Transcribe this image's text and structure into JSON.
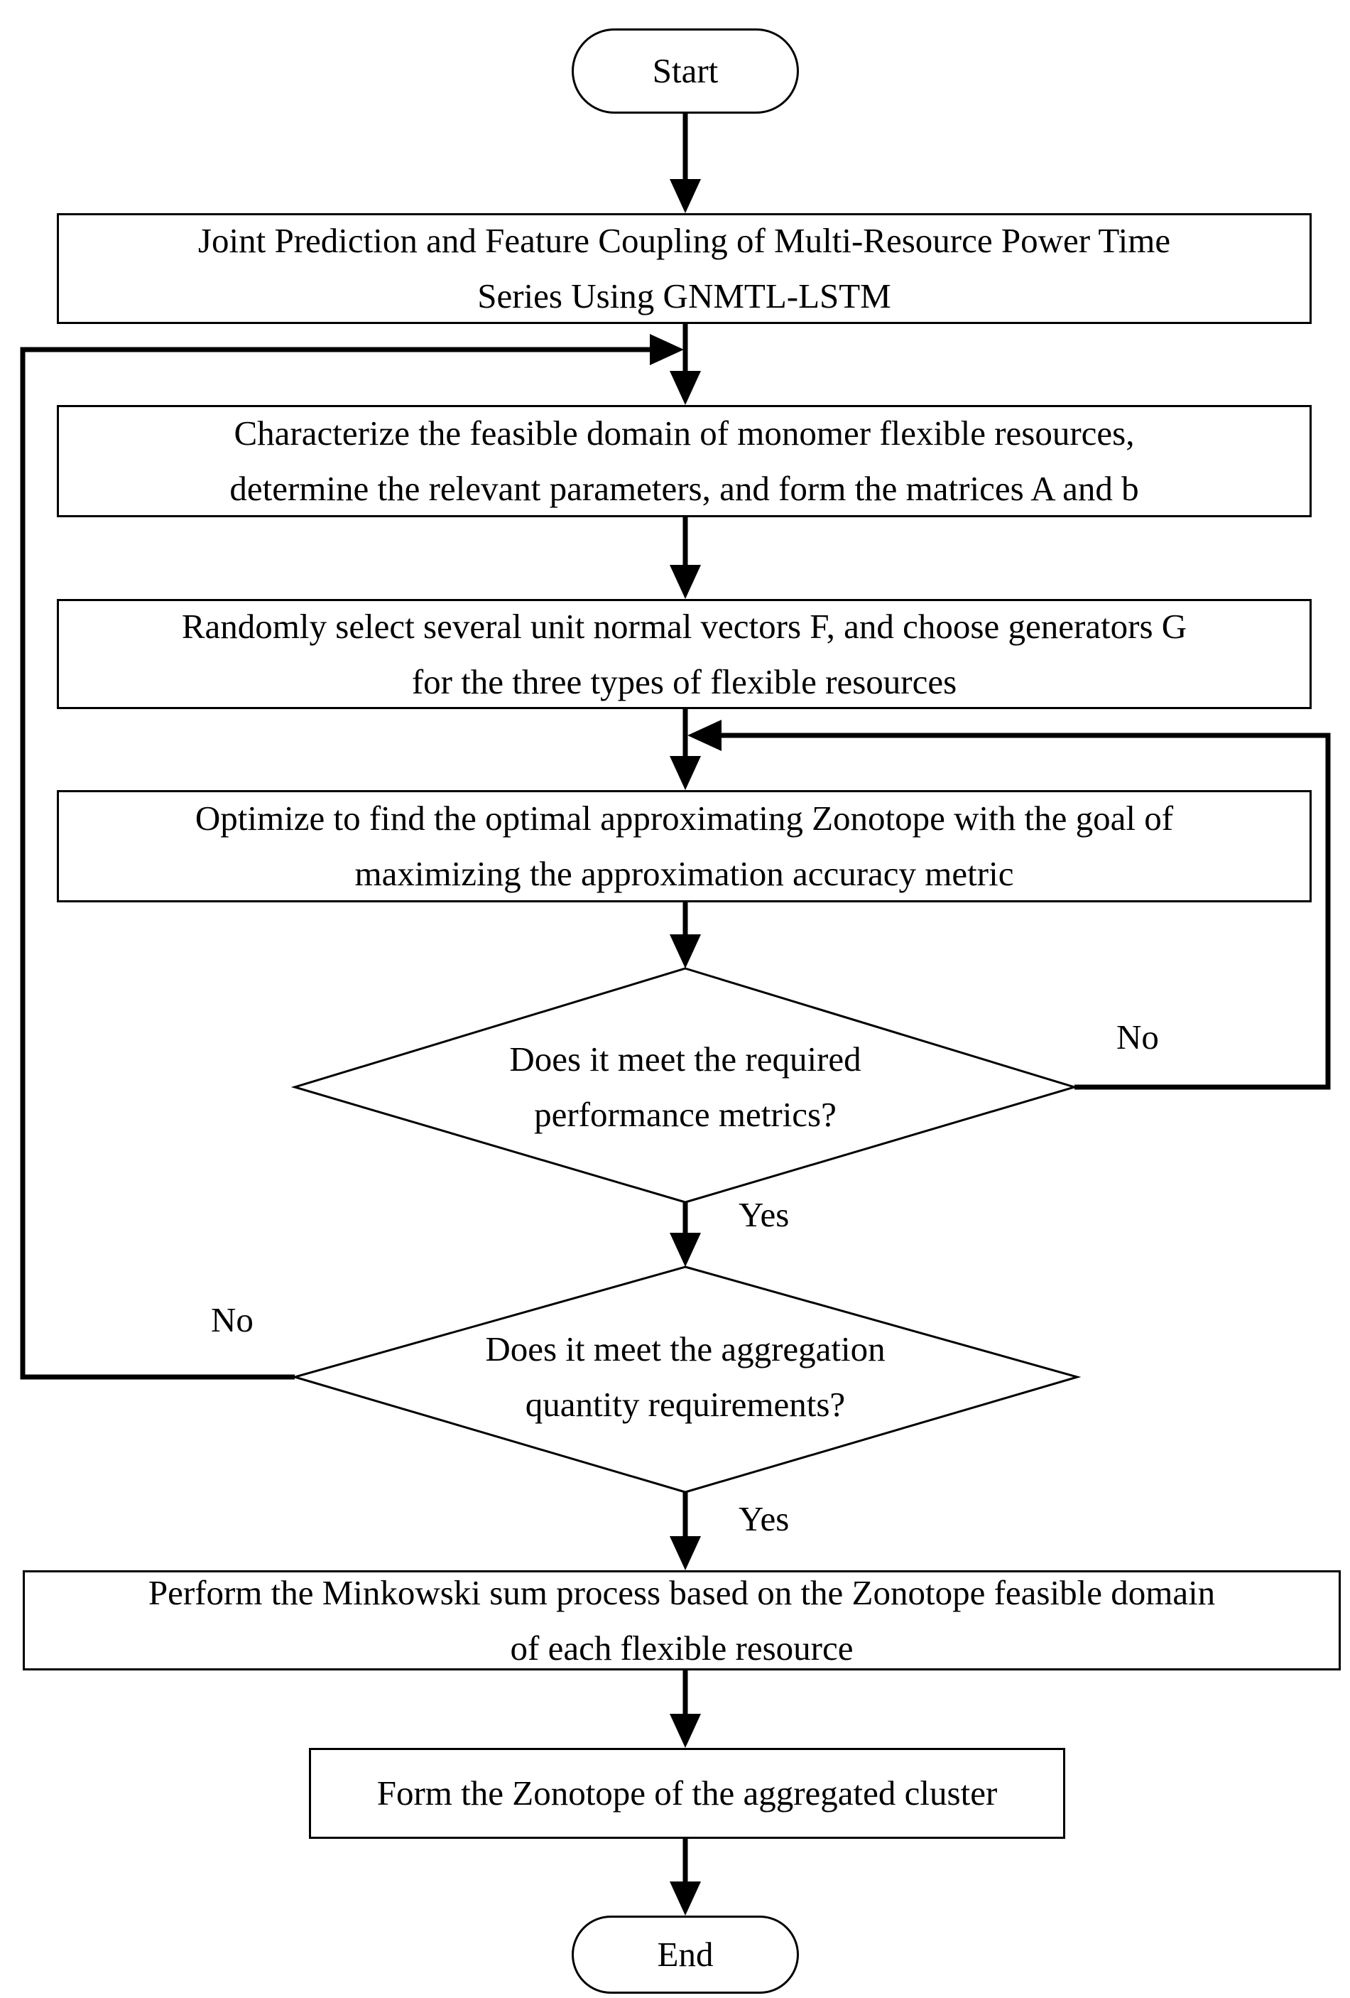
{
  "nodes": {
    "start": {
      "label": "Start"
    },
    "step1": {
      "lines": [
        "Joint Prediction and Feature Coupling of Multi-Resource Power Time",
        "Series Using GNMTL-LSTM"
      ]
    },
    "step2": {
      "lines": [
        "Characterize the feasible domain of monomer flexible resources,",
        "determine the relevant parameters, and form the matrices A and b"
      ]
    },
    "step3": {
      "lines": [
        "Randomly select several unit normal vectors F, and choose generators G",
        "for the three types of flexible resources"
      ]
    },
    "step4": {
      "lines": [
        "Optimize to find the optimal approximating Zonotope with the goal of",
        "maximizing the approximation accuracy metric"
      ]
    },
    "decision1": {
      "lines": [
        "Does it meet the required",
        "performance metrics?"
      ]
    },
    "decision2": {
      "lines": [
        "Does it meet the aggregation",
        "quantity requirements?"
      ]
    },
    "step5": {
      "lines": [
        "Perform the Minkowski sum process based on the Zonotope feasible domain",
        "of each flexible resource"
      ]
    },
    "step6": {
      "label": "Form the Zonotope of the aggregated cluster"
    },
    "end": {
      "label": "End"
    }
  },
  "edges": {
    "decision1_no": "No",
    "decision1_yes": "Yes",
    "decision2_no": "No",
    "decision2_yes": "Yes"
  }
}
